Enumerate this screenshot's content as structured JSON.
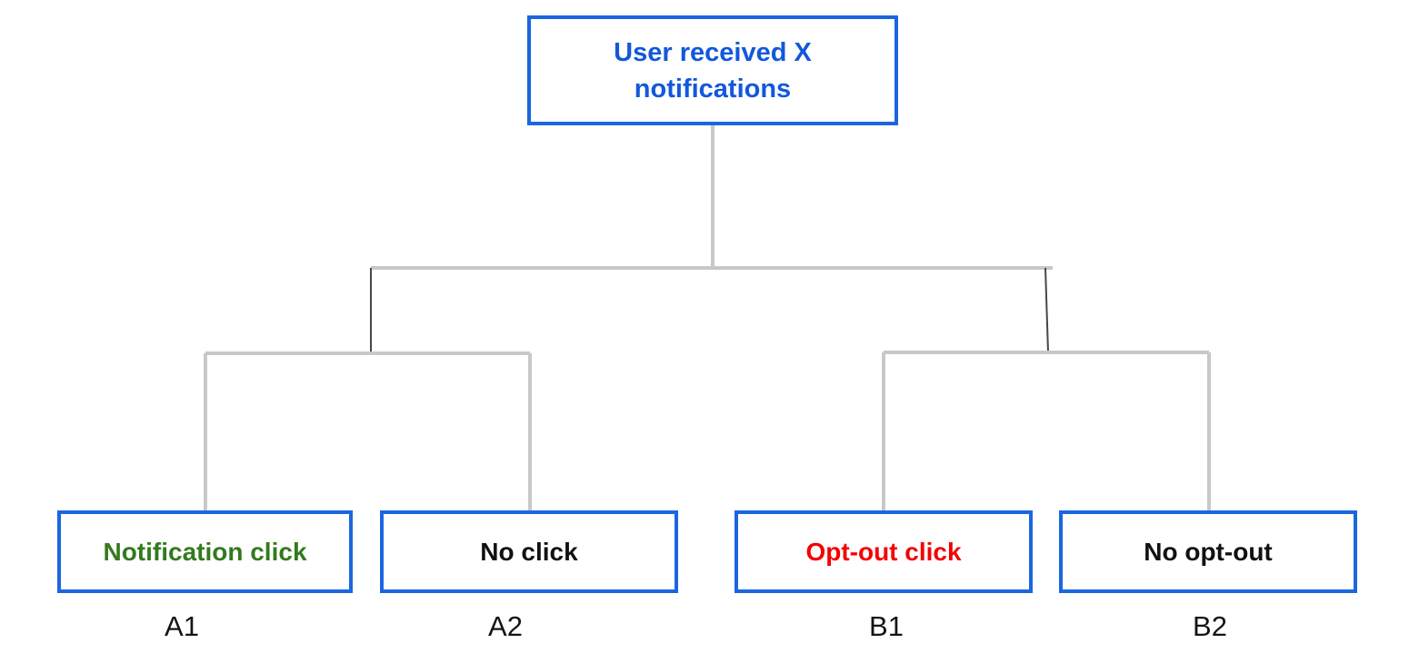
{
  "diagram": {
    "title_hint": "Notification outcome decision tree",
    "root": {
      "label": "User received X notifications",
      "text_color": "#1258db"
    },
    "leaves": [
      {
        "id_label": "A1",
        "label": "Notification click",
        "text_color": "#337a1e"
      },
      {
        "id_label": "A2",
        "label": "No click",
        "text_color": "#111111"
      },
      {
        "id_label": "B1",
        "label": "Opt-out click",
        "text_color": "#f50000"
      },
      {
        "id_label": "B2",
        "label": "No opt-out",
        "text_color": "#111111"
      }
    ],
    "colors": {
      "box_border": "#1b66e0",
      "connector_light": "#c8c8c8",
      "connector_dark": "#474747",
      "background": "#ffffff"
    }
  }
}
